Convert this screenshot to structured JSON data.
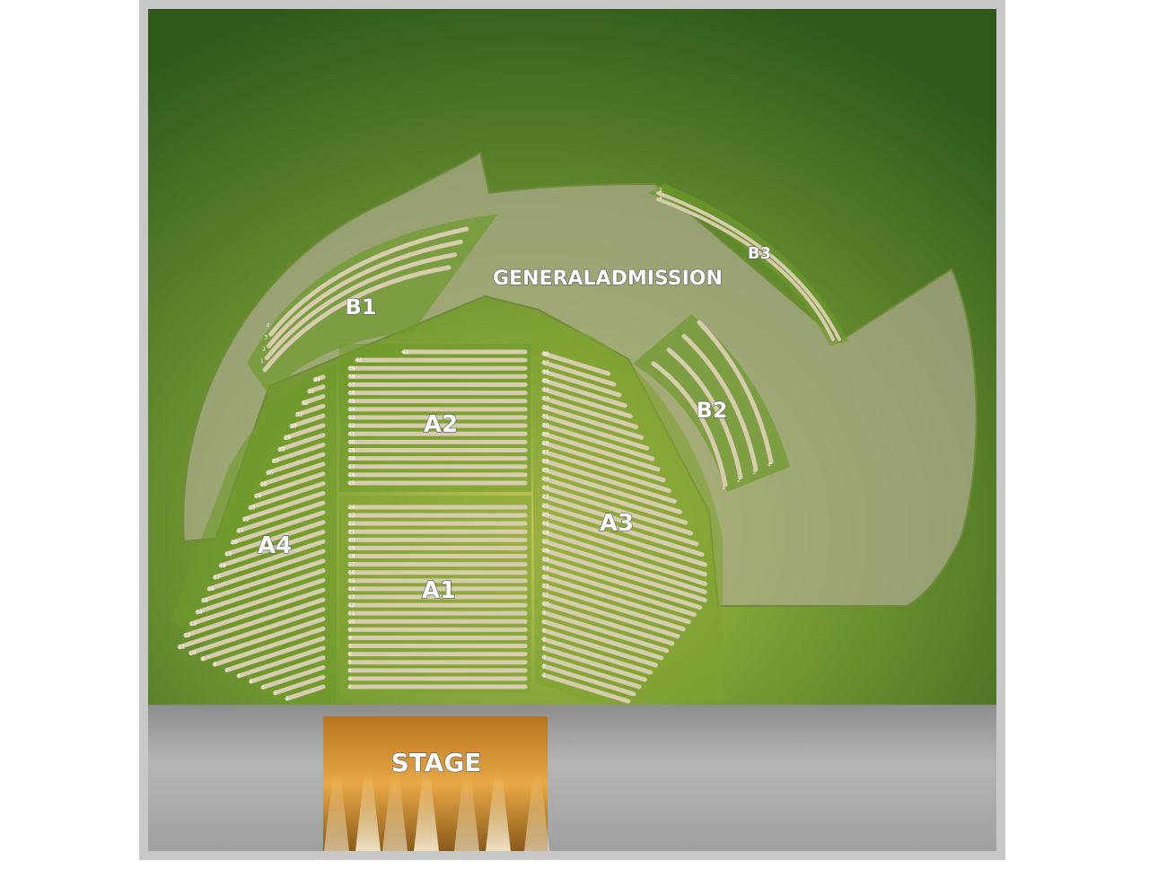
{
  "venue_map": {
    "general_admission_label": "GENERALADMISSION",
    "stage_label": "STAGE",
    "colors": {
      "grass": "#5f8f2a",
      "ga_area": "#a8a78a",
      "seat_row": "#d7ccae",
      "floor": "#9a9a9a",
      "stage": "#d89a3a",
      "frame": "#c8c8c8"
    },
    "sections": [
      {
        "id": "A1",
        "label": "A1",
        "rows_from": 2,
        "rows_to": 24
      },
      {
        "id": "A2",
        "label": "A2",
        "rows_from": 25,
        "rows_to": 41
      },
      {
        "id": "A3",
        "label": "A3",
        "rows_from": 2,
        "rows_to": 38
      },
      {
        "id": "A4",
        "label": "A4",
        "rows_from": 2,
        "rows_to": 34
      },
      {
        "id": "B1",
        "label": "B1",
        "rows_from": 1,
        "rows_to": 4
      },
      {
        "id": "B2",
        "label": "B2",
        "rows_from": 1,
        "rows_to": 4
      },
      {
        "id": "B3",
        "label": "B3",
        "rows_from": 1,
        "rows_to": 2
      }
    ]
  }
}
